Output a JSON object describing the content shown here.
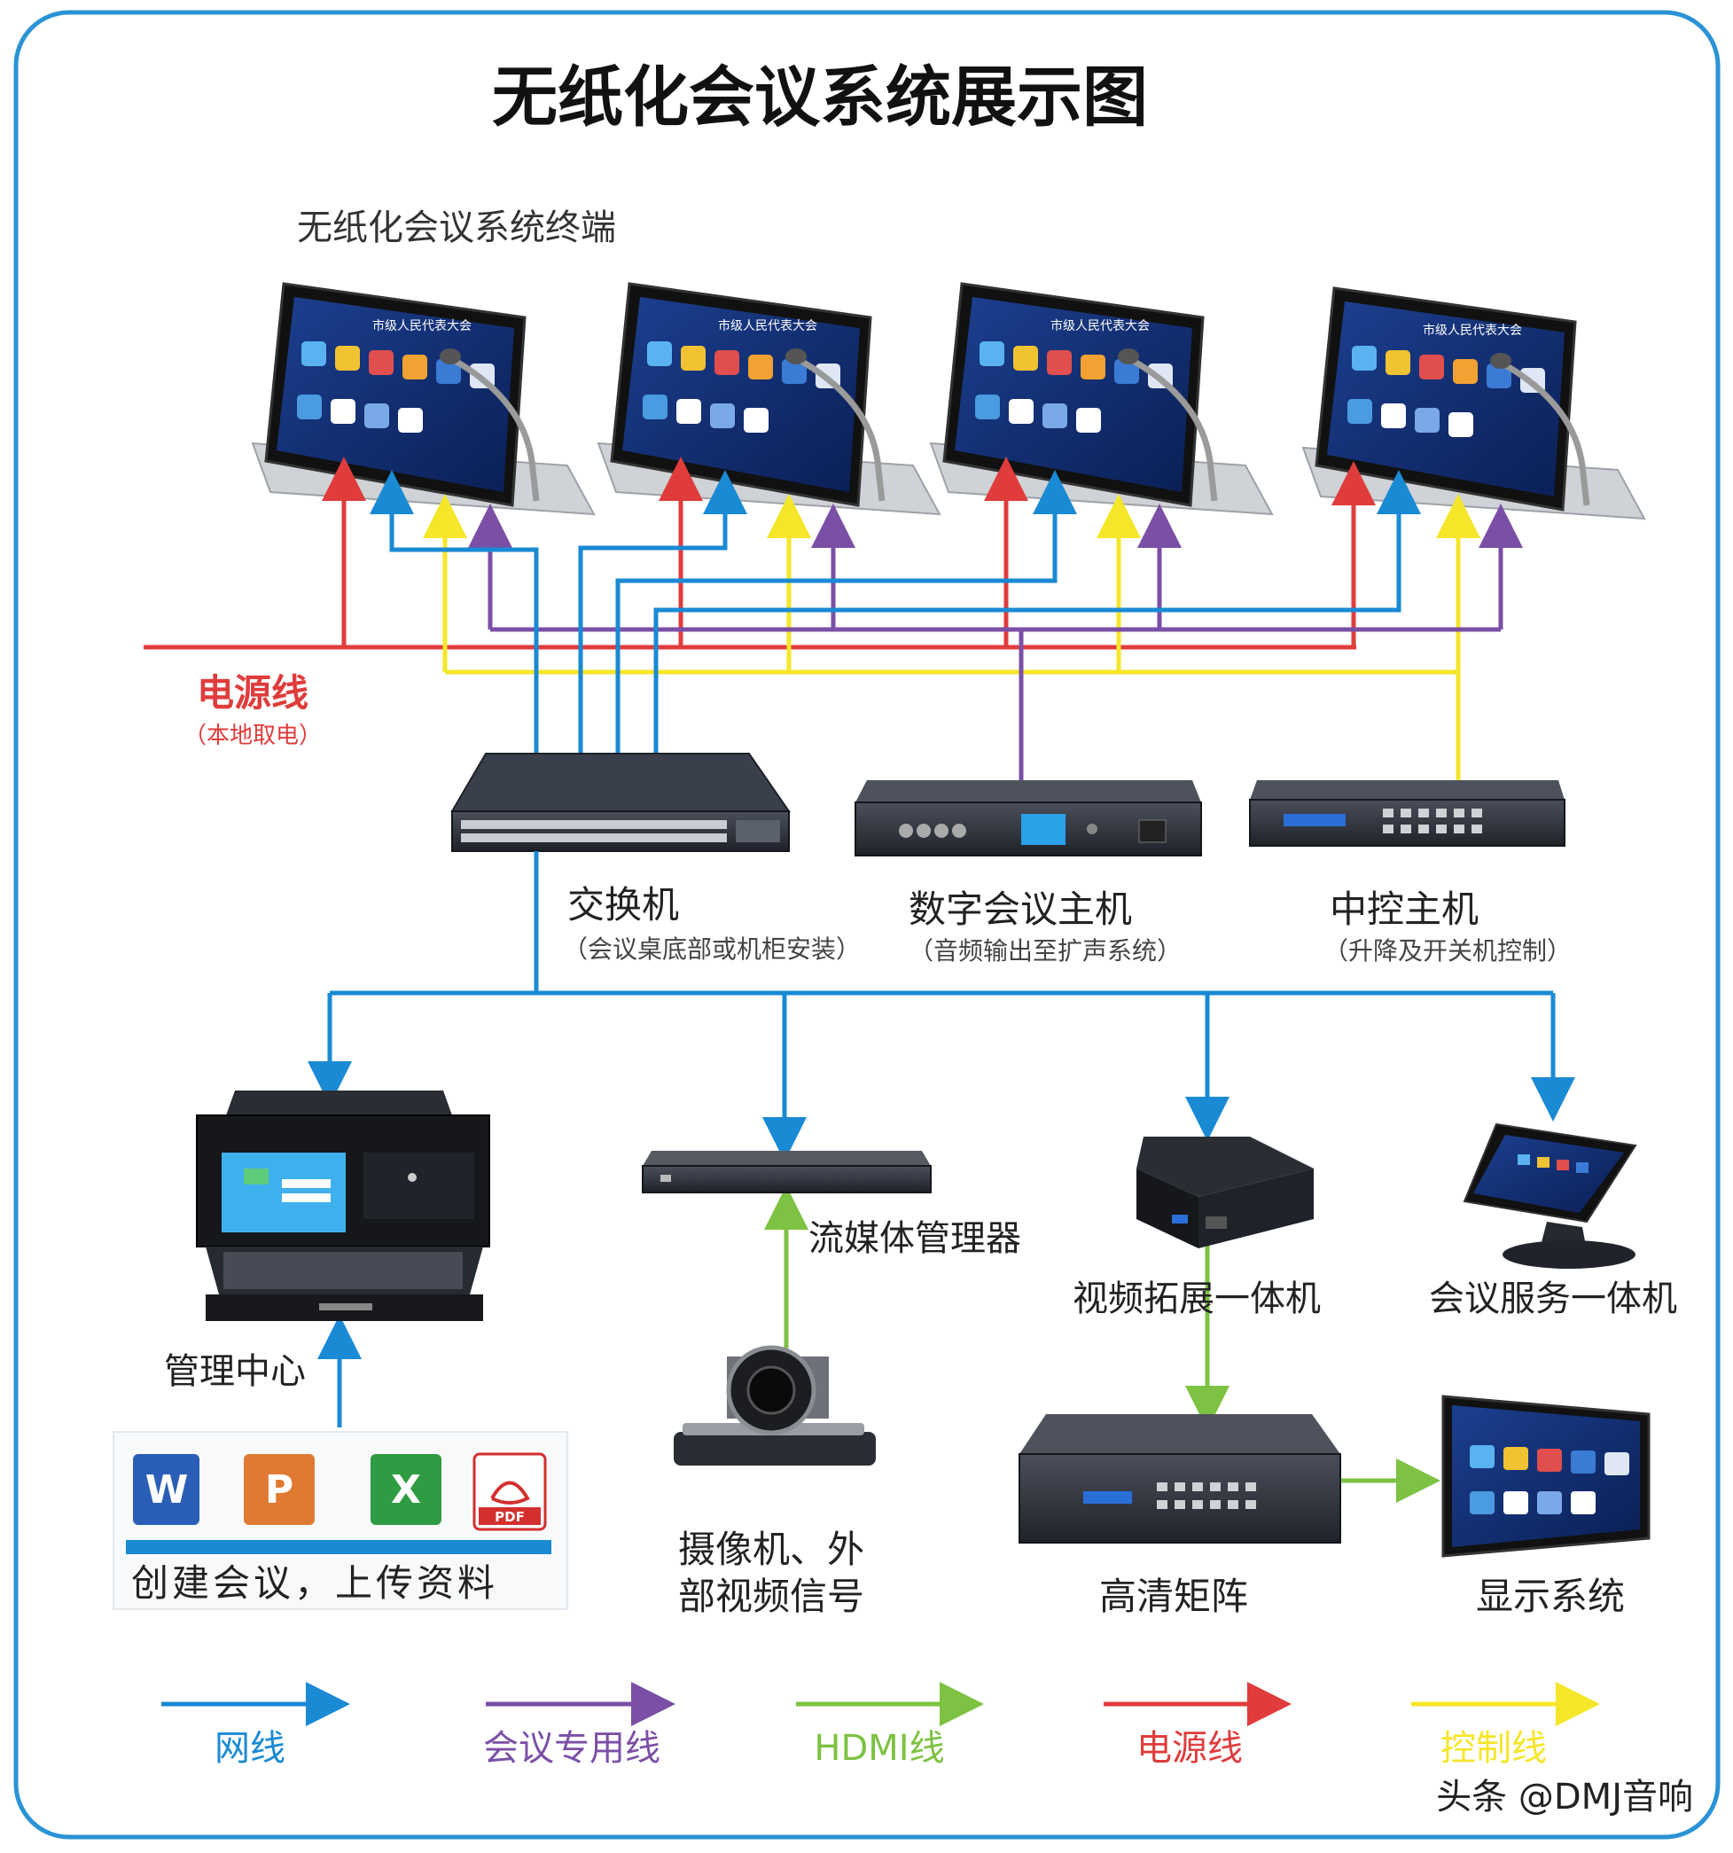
{
  "title": "无纸化会议系统展示图",
  "terminals": {
    "label": "无纸化会议系统终端",
    "screen_title": "市级人民代表大会"
  },
  "power": {
    "label": "电源线",
    "sub": "（本地取电）"
  },
  "devices": {
    "switch": {
      "label": "交换机",
      "sub": "（会议桌底部或机柜安装）"
    },
    "conference_host": {
      "label": "数字会议主机",
      "sub": "（音频输出至扩声系统）"
    },
    "central_control": {
      "label": "中控主机",
      "sub": "（升降及开关机控制）"
    },
    "management": {
      "label": "管理中心"
    },
    "stream_manager": {
      "label": "流媒体管理器"
    },
    "video_box": {
      "label": "视频拓展一体机"
    },
    "service_unit": {
      "label": "会议服务一体机"
    },
    "camera": {
      "label_line1": "摄像机、外",
      "label_line2": "部视频信号"
    },
    "matrix": {
      "label": "高清矩阵"
    },
    "display": {
      "label": "显示系统"
    }
  },
  "docs": {
    "caption": "创建会议，上传资料",
    "pdf_label": "PDF",
    "word_letter": "W",
    "ppt_letter": "P",
    "excel_letter": "X"
  },
  "legend": [
    {
      "label": "网线",
      "color": "#1a8ad4"
    },
    {
      "label": "会议专用线",
      "color": "#7b4fa6"
    },
    {
      "label": "HDMI线",
      "color": "#7dc242"
    },
    {
      "label": "电源线",
      "color": "#e03c3c"
    },
    {
      "label": "控制线",
      "color": "#f5e62a"
    }
  ],
  "watermark": "头条 @DMJ音响",
  "colors": {
    "network": "#1a8ad4",
    "meeting": "#7b4fa6",
    "hdmi": "#7dc242",
    "power": "#e03c3c",
    "control": "#f5e62a",
    "frame": "#2a93d5"
  }
}
